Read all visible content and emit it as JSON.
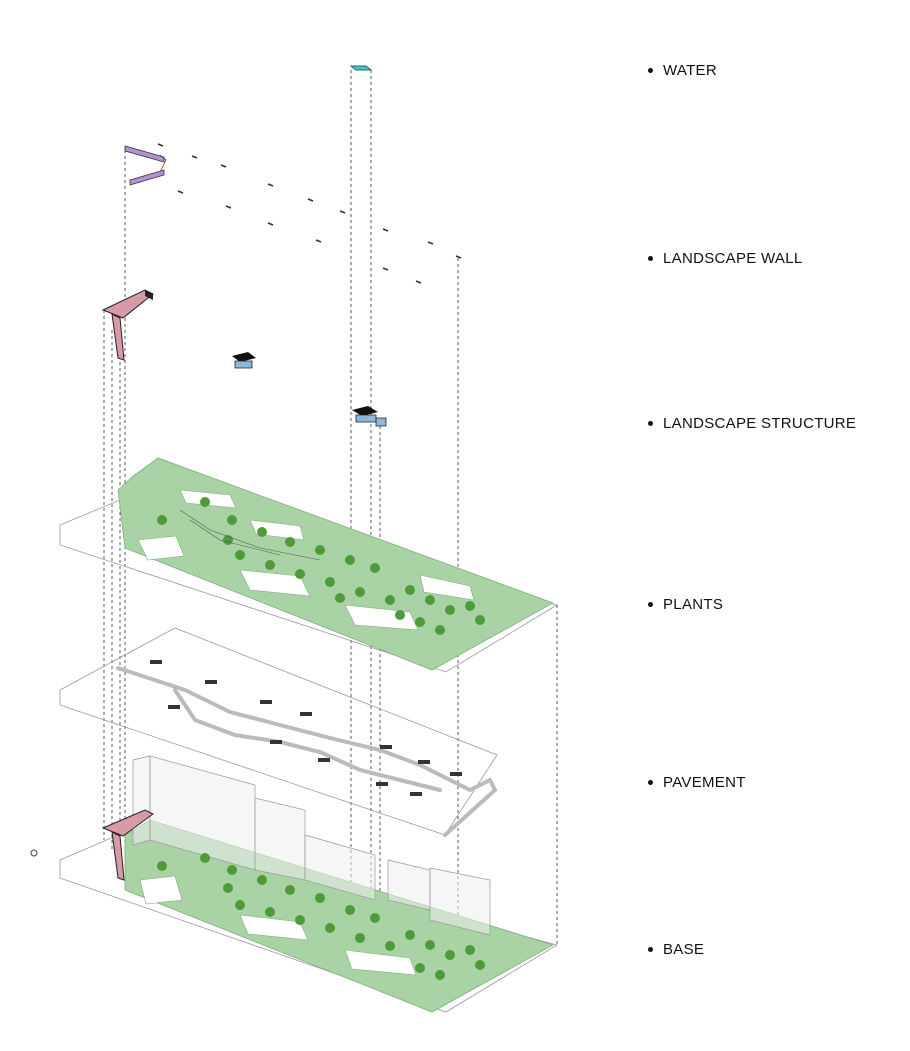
{
  "legend": {
    "water": "WATER",
    "landscape_wall": "LANDSCAPE WALL",
    "landscape_structure": "LANDSCAPE STRUCTURE",
    "plants": "PLANTS",
    "pavement": "PAVEMENT",
    "base": "BASE"
  },
  "colors": {
    "ground_green": "#a9d3a5",
    "tree_green": "#4f9a3a",
    "water_cyan": "#45c6c0",
    "wall_pink": "#d79aa6",
    "wall_purple": "#b690d6",
    "structure_blue": "#8fb6dd",
    "line_dark": "#222222",
    "pavement_gray": "#cccccc"
  }
}
